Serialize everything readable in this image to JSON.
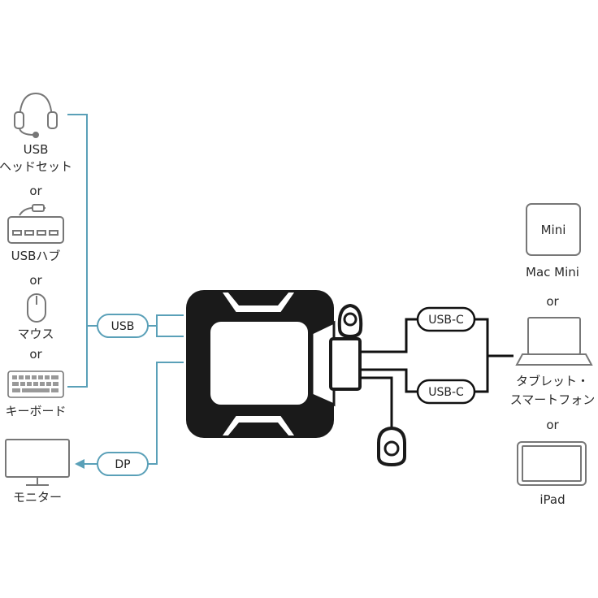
{
  "colors": {
    "teal": "#5aa0b8",
    "dark": "#111111",
    "device": "#1a1a1a",
    "gray": "#444444"
  },
  "left_devices": [
    {
      "icon": "headset-icon",
      "lines": [
        "USB",
        "ヘッドセット"
      ]
    },
    {
      "icon": "usb-hub-icon",
      "lines": [
        "USBハブ"
      ]
    },
    {
      "icon": "mouse-icon",
      "lines": [
        "マウス"
      ]
    },
    {
      "icon": "keyboard-icon",
      "lines": [
        "キーボード"
      ]
    }
  ],
  "or_text": "or",
  "monitor": {
    "icon": "monitor-icon",
    "label": "モニター"
  },
  "pills": {
    "usb": "USB",
    "dp": "DP",
    "usbc_top": "USB-C",
    "usbc_bottom": "USB-C"
  },
  "right_devices": {
    "mini_box_text": "Mini",
    "mac_mini": "Mac Mini",
    "tablet_lines": [
      "タブレット・",
      "スマートフォン"
    ],
    "ipad": "iPad"
  }
}
